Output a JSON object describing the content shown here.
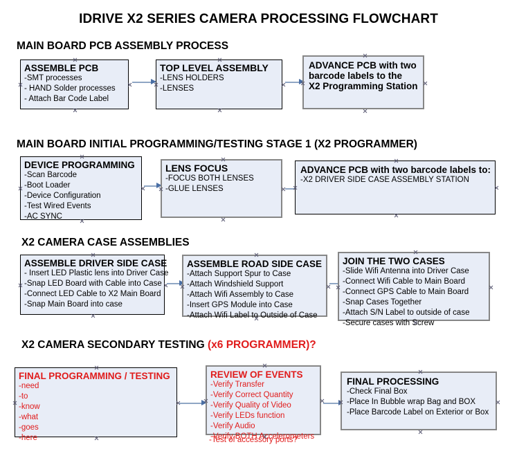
{
  "document": {
    "title": "IDRIVE X2  SERIES CAMERA PROCESSING FLOWCHART"
  },
  "colors": {
    "box_fill": "#e8edf7",
    "border_black": "#000000",
    "border_gray": "#868686",
    "text_black": "#000000",
    "text_red": "#e01b1b",
    "arrow_shaft": "#8fa6c4",
    "arrow_head": "#4a6fa5"
  },
  "sections": [
    {
      "heading": "MAIN BOARD PCB ASSEMBLY PROCESS",
      "heading_suffix": "",
      "boxes": [
        {
          "title": "ASSEMBLE PCB",
          "lines": [
            "-SMT processes",
            "- HAND Solder processes",
            "- Attach Bar Code Label"
          ]
        },
        {
          "title": "TOP LEVEL ASSEMBLY",
          "lines": [
            "-LENS HOLDERS",
            "-LENSES"
          ]
        },
        {
          "title": "ADVANCE PCB with two",
          "lines": [
            "barcode labels to the",
            " X2 Programming Station"
          ]
        }
      ]
    },
    {
      "heading": "MAIN BOARD INITIAL PROGRAMMING/TESTING STAGE 1 (X2 PROGRAMMER)",
      "heading_suffix": "",
      "boxes": [
        {
          "title": "DEVICE PROGRAMMING",
          "lines": [
            "-Scan Barcode",
            "-Boot Loader",
            "-Device Configuration",
            "-Test Wired Events",
            "-AC SYNC"
          ]
        },
        {
          "title": "LENS FOCUS",
          "lines": [
            "-FOCUS BOTH LENSES",
            "-GLUE LENSES"
          ]
        },
        {
          "title": "ADVANCE PCB with two barcode labels to:",
          "lines": [
            "-X2 DRIVER  SIDE  CASE  ASSEMBLY STATION"
          ]
        }
      ]
    },
    {
      "heading": "X2 CAMERA CASE ASSEMBLIES",
      "heading_suffix": "",
      "boxes": [
        {
          "title": "ASSEMBLE DRIVER SIDE CASE",
          "lines": [
            "- Insert LED Plastic lens into Driver Case",
            "-Snap LED Board with Cable into Case",
            "-Connect LED Cable to X2 Main Board",
            "-Snap Main Board into case"
          ]
        },
        {
          "title": "ASSEMBLE ROAD SIDE CASE",
          "lines": [
            "-Attach Support Spur to Case",
            "-Attach Windshield Support",
            "-Attach Wifi Assembly to Case",
            "-Insert GPS Module into Case",
            "-Attach Wifi Label to Outside of Case"
          ]
        },
        {
          "title": "JOIN THE TWO CASES",
          "lines": [
            "-Slide Wifi Antenna into Driver Case",
            "-Connect Wifi Cable to Main Board",
            "-Connect GPS Cable to Main Board",
            "-Snap Cases Together",
            "-Attach S/N Label to outside of case",
            "-Secure cases with Screw"
          ]
        }
      ]
    },
    {
      "heading": "X2 CAMERA SECONDARY TESTING ",
      "heading_suffix": "(x6 PROGRAMMER)?",
      "boxes": [
        {
          "title": "FINAL PROGRAMMING / TESTING",
          "lines": [
            "-need",
            "-to",
            "-know",
            "-what",
            "-goes",
            "-here"
          ]
        },
        {
          "title": "REVIEW OF EVENTS",
          "lines": [
            "-Verify Transfer",
            "-Verify Correct Quantity",
            "-Verify Quality of Video",
            "-Verify LEDs function",
            "-Verify Audio",
            "-Verify BOTH Accelerometers"
          ],
          "overflow_line": "-Test of accessory ports?"
        },
        {
          "title": "FINAL PROCESSING",
          "lines": [
            " -Check Final Box",
            "-Place In Bubble wrap Bag and BOX",
            "-Place Barcode Label on Exterior or Box"
          ]
        }
      ]
    }
  ]
}
